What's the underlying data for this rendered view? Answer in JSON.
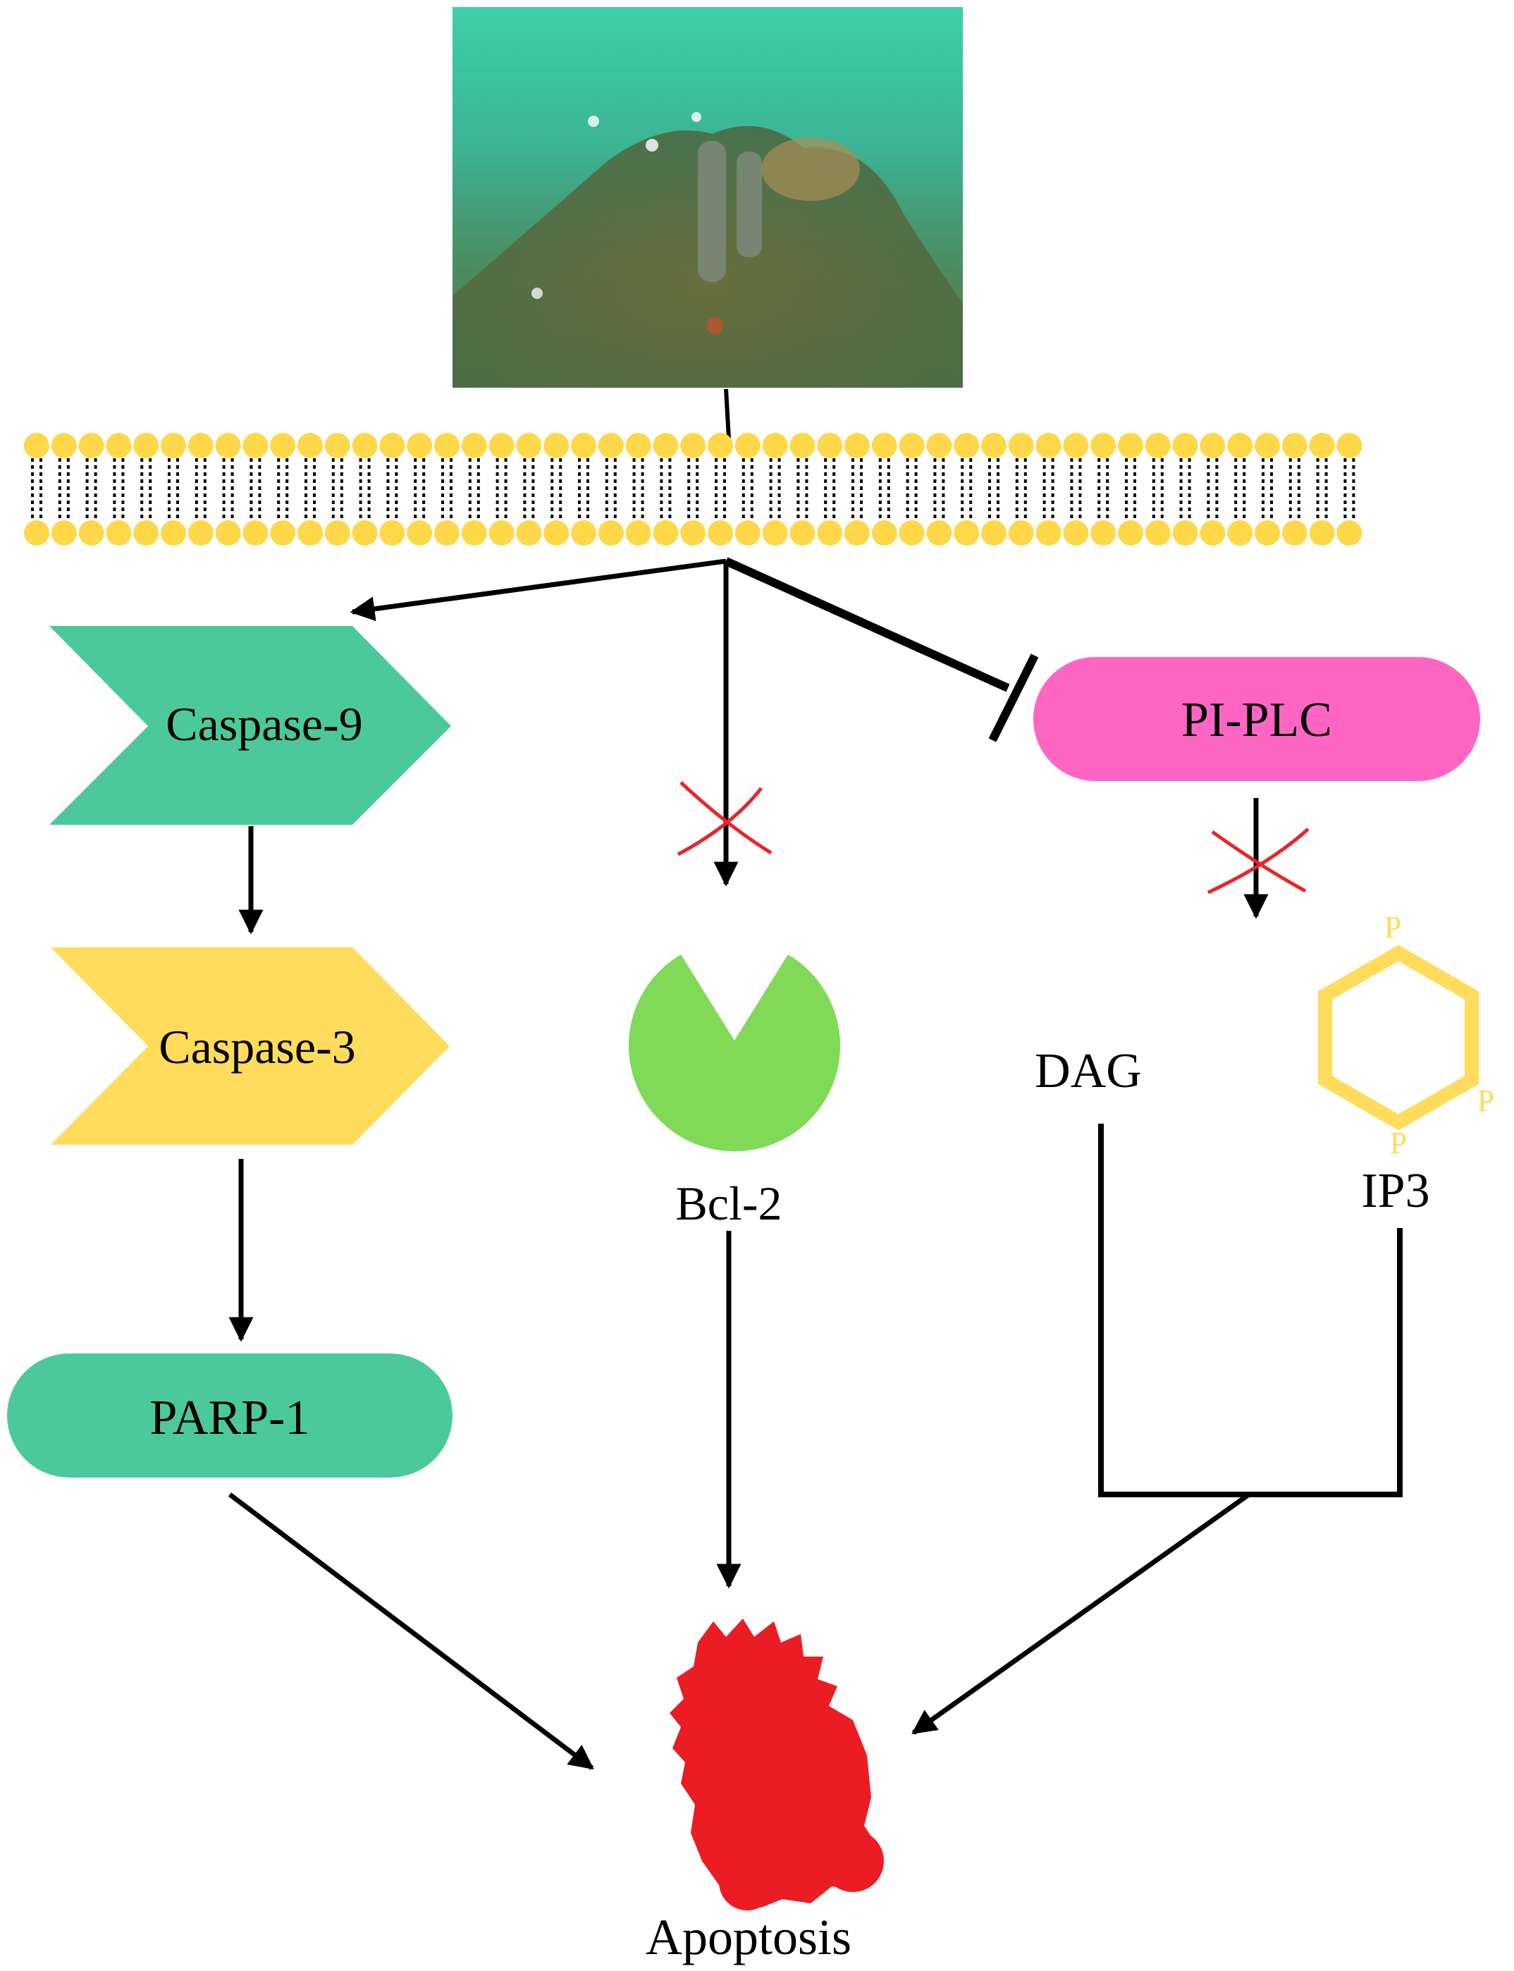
{
  "labels": {
    "caspase9": "Caspase-9",
    "caspase3": "Caspase-3",
    "parp1": "PARP-1",
    "bcl2": "Bcl-2",
    "piplc": "PI-PLC",
    "dag": "DAG",
    "ip3": "IP3",
    "phosphate": "P",
    "apoptosis": "Apoptosis"
  },
  "colors": {
    "caspase9": "#4cc99a",
    "caspase3": "#ffdc5c",
    "parp1": "#4cc99a",
    "bcl2": "#80d957",
    "piplc": "#ff66c4",
    "ip3_ring": "#ffdc5c",
    "membrane_head": "#ffd84a",
    "inhibition_cross": "#e8252b",
    "apoptosis_cell": "#ec1c24",
    "underwater_photo": "#3ecfa6"
  },
  "icons": {
    "top_image": "underwater-reef-photo",
    "membrane": "lipid-bilayer",
    "bcl2": "pacman-receptor-icon",
    "ip3": "hexagon-ring-icon",
    "apoptosis": "apoptotic-cell-icon",
    "block_marks": "red-x-icon",
    "inhibition": "t-bar-inhibition-icon"
  }
}
